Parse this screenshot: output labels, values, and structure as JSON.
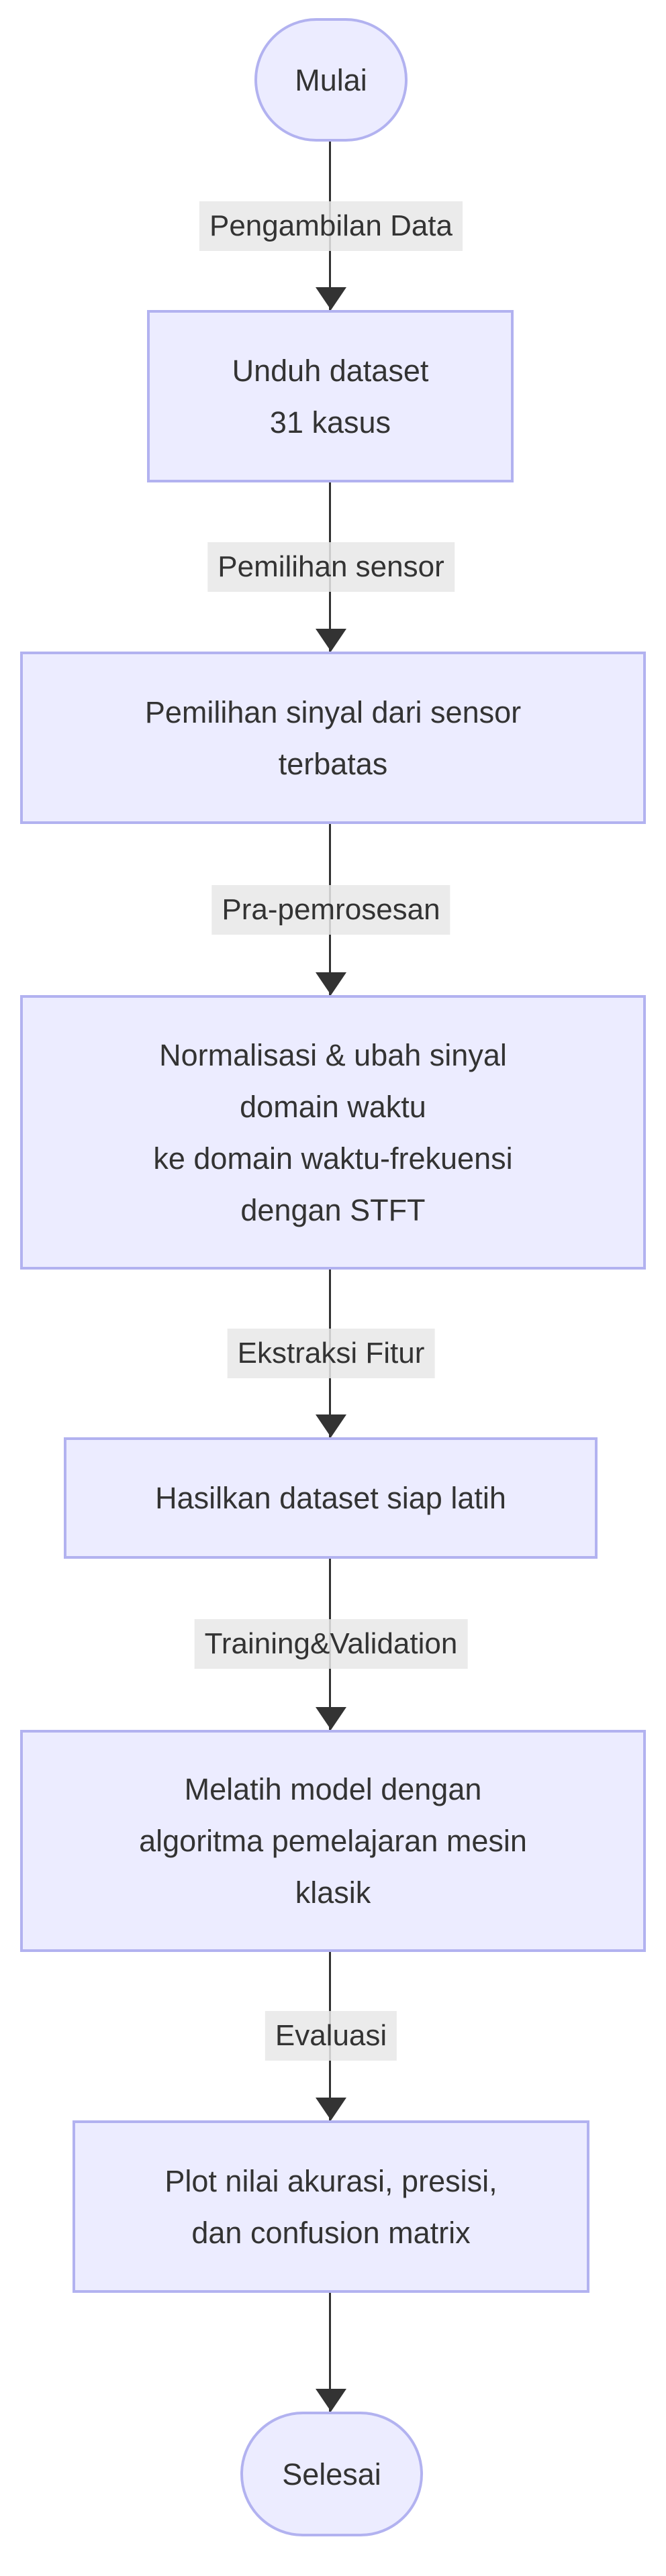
{
  "diagram": {
    "type": "flowchart-top-down",
    "colors": {
      "node_fill": "#ECECFF",
      "node_border": "#b2b2f0",
      "edge": "#333333",
      "label_bg": "rgba(232,232,232,0.85)",
      "text": "#333333"
    },
    "nodes": [
      {
        "id": "start",
        "shape": "stadium",
        "label": "Mulai"
      },
      {
        "id": "unduh-dataset",
        "shape": "rect",
        "label": "Unduh dataset\n31 kasus"
      },
      {
        "id": "pemilihan-sinyal",
        "shape": "rect",
        "label": "Pemilihan sinyal dari sensor\nterbatas"
      },
      {
        "id": "normalisasi-stft",
        "shape": "rect",
        "label": "Normalisasi & ubah sinyal\ndomain waktu\nke domain waktu-frekuensi\ndengan STFT"
      },
      {
        "id": "hasilkan-dataset",
        "shape": "rect",
        "label": "Hasilkan dataset siap latih"
      },
      {
        "id": "melatih-model",
        "shape": "rect",
        "label": "Melatih model dengan\nalgoritma pemelajaran mesin\nklasik"
      },
      {
        "id": "plot-evaluasi",
        "shape": "rect",
        "label": "Plot nilai akurasi, presisi,\ndan confusion matrix"
      },
      {
        "id": "end",
        "shape": "stadium",
        "label": "Selesai"
      }
    ],
    "edge_labels": [
      "Pengambilan Data",
      "Pemilihan sensor",
      "Pra-pemrosesan",
      "Ekstraksi Fitur",
      "Training&Validation",
      "Evaluasi"
    ]
  }
}
